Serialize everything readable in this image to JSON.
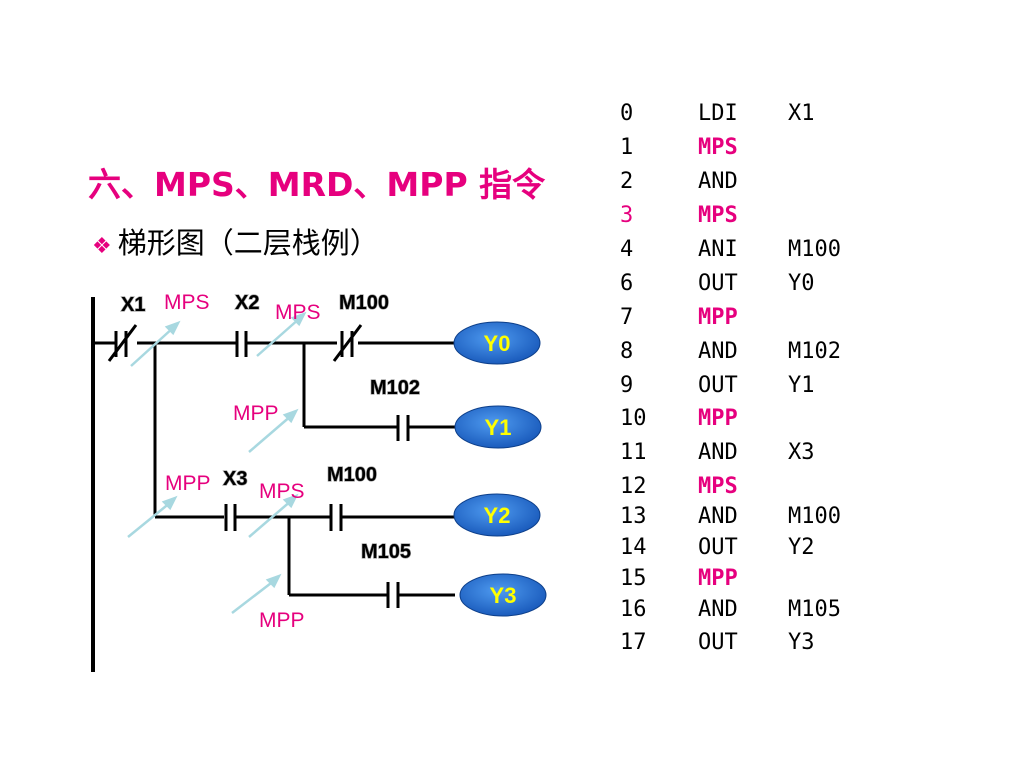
{
  "title": "六、MPS、MRD、MPP 指令",
  "subtitle": "梯形图（二层栈例）",
  "subtitle_bullet": "❖",
  "colors": {
    "accent": "#e6007e",
    "coil_fill": "#1c6fd6",
    "coil_text": "#ffff00",
    "arrow": "#a8d8e0",
    "line": "#000000"
  },
  "ladder": {
    "contacts": [
      {
        "id": "x1",
        "label": "X1",
        "type": "nc"
      },
      {
        "id": "x2",
        "label": "X2",
        "type": "no"
      },
      {
        "id": "m100a",
        "label": "M100",
        "type": "nc"
      },
      {
        "id": "m102",
        "label": "M102",
        "type": "no"
      },
      {
        "id": "x3",
        "label": "X3",
        "type": "no"
      },
      {
        "id": "m100b",
        "label": "M100",
        "type": "no"
      },
      {
        "id": "m105",
        "label": "M105",
        "type": "no"
      }
    ],
    "coils": [
      {
        "id": "y0",
        "label": "Y0"
      },
      {
        "id": "y1",
        "label": "Y1"
      },
      {
        "id": "y2",
        "label": "Y2"
      },
      {
        "id": "y3",
        "label": "Y3"
      }
    ],
    "stack_labels": [
      {
        "id": "mps1",
        "label": "MPS"
      },
      {
        "id": "mps2",
        "label": "MPS"
      },
      {
        "id": "mpp1",
        "label": "MPP"
      },
      {
        "id": "mpp2",
        "label": "MPP"
      },
      {
        "id": "mps3",
        "label": "MPS"
      },
      {
        "id": "mpp3",
        "label": "MPP"
      }
    ]
  },
  "instructions": [
    {
      "step": "0",
      "op": "LDI",
      "operand": "X1",
      "highlight": false,
      "step_highlight": false
    },
    {
      "step": "1",
      "op": "MPS",
      "operand": "",
      "highlight": true,
      "step_highlight": false
    },
    {
      "step": "2",
      "op": "AND",
      "operand": "",
      "highlight": false,
      "step_highlight": false
    },
    {
      "step": "3",
      "op": "MPS",
      "operand": "",
      "highlight": true,
      "step_highlight": true
    },
    {
      "step": "4",
      "op": "ANI",
      "operand": "M100",
      "highlight": false,
      "step_highlight": false
    },
    {
      "step": "6",
      "op": "OUT",
      "operand": "Y0",
      "highlight": false,
      "step_highlight": false
    },
    {
      "step": "7",
      "op": "MPP",
      "operand": "",
      "highlight": true,
      "step_highlight": false
    },
    {
      "step": "8",
      "op": "AND",
      "operand": "M102",
      "highlight": false,
      "step_highlight": false
    },
    {
      "step": "9",
      "op": "OUT",
      "operand": "Y1",
      "highlight": false,
      "step_highlight": false
    },
    {
      "step": "10",
      "op": "MPP",
      "operand": "",
      "highlight": true,
      "step_highlight": false
    },
    {
      "step": "11",
      "op": "AND",
      "operand": "X3",
      "highlight": false,
      "step_highlight": false
    },
    {
      "step": "12",
      "op": "MPS",
      "operand": "",
      "highlight": true,
      "step_highlight": false
    },
    {
      "step": "13",
      "op": "AND",
      "operand": "M100",
      "highlight": false,
      "step_highlight": false
    },
    {
      "step": "14",
      "op": "OUT",
      "operand": "Y2",
      "highlight": false,
      "step_highlight": false
    },
    {
      "step": "15",
      "op": "MPP",
      "operand": "",
      "highlight": true,
      "step_highlight": false
    },
    {
      "step": "16",
      "op": "AND",
      "operand": "M105",
      "highlight": false,
      "step_highlight": false
    },
    {
      "step": "17",
      "op": "OUT",
      "operand": "Y3",
      "highlight": false,
      "step_highlight": false
    }
  ]
}
